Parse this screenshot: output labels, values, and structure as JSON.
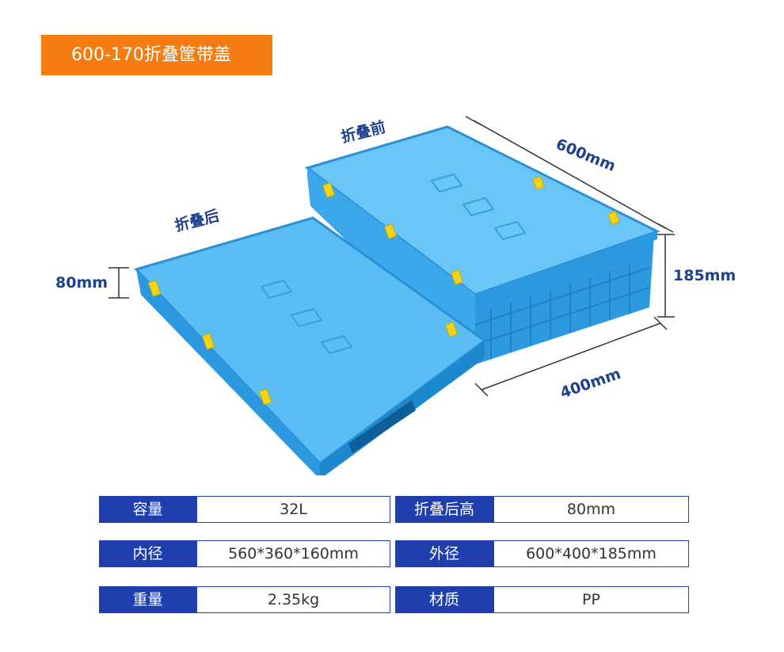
{
  "header": {
    "title": "600-170折叠筐带盖"
  },
  "illustration": {
    "label_before": "折叠前",
    "label_after": "折叠后",
    "dim_length": "600mm",
    "dim_width": "400mm",
    "dim_height": "185mm",
    "dim_folded": "80mm",
    "colors": {
      "crate": "#3aa8ea",
      "crate_dark": "#1e88cf",
      "clip": "#f5d418",
      "dim_text": "#1f3f8f"
    }
  },
  "specs": {
    "row1": {
      "label_a": "容量",
      "value_a": "32L",
      "label_b": "折叠后高",
      "value_b": "80mm"
    },
    "row2": {
      "label_a": "内径",
      "value_a": "560*360*160mm",
      "label_b": "外径",
      "value_b": "600*400*185mm"
    },
    "row3": {
      "label_a": "重量",
      "value_a": "2.35kg",
      "label_b": "材质",
      "value_b": "PP"
    }
  }
}
